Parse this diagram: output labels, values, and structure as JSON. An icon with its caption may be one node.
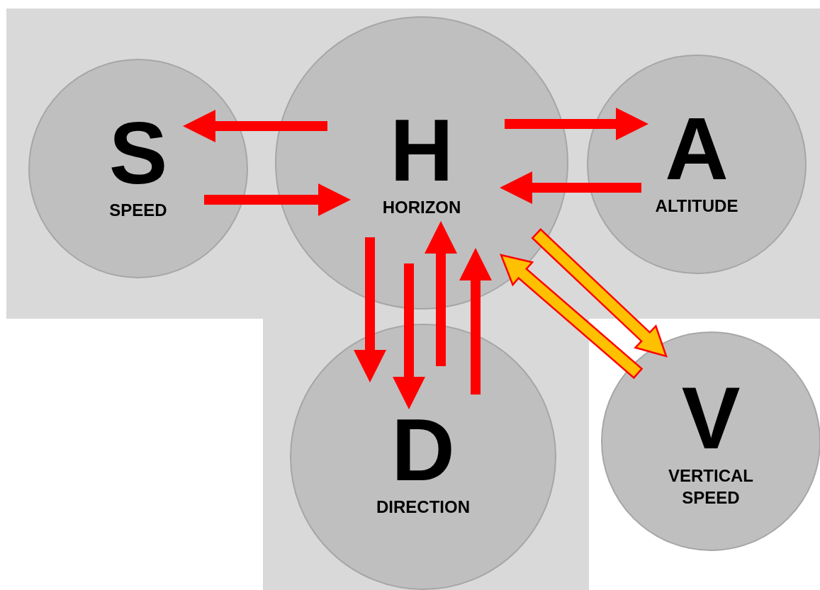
{
  "diagram": {
    "nodes": [
      {
        "text": [
          "S",
          "SPEED"
        ]
      },
      {
        "text": [
          "H",
          "HORIZON"
        ]
      },
      {
        "text": [
          "A",
          "ALTITUDE"
        ]
      },
      {
        "text": [
          "D",
          "DIRECTION"
        ]
      },
      {
        "text": [
          "V",
          "VERTICAL SPEED"
        ]
      }
    ],
    "edges": [
      {
        "from": 1,
        "to": 0,
        "arrow": "to",
        "style": "thick"
      },
      {
        "from": 0,
        "to": 1,
        "arrow": "to",
        "style": "thick"
      },
      {
        "from": 1,
        "to": 2,
        "arrow": "to",
        "style": "thick"
      },
      {
        "from": 2,
        "to": 1,
        "arrow": "to",
        "style": "thick"
      },
      {
        "from": 1,
        "to": 3,
        "arrow": "to",
        "style": "thick"
      },
      {
        "from": 1,
        "to": 3,
        "arrow": "to",
        "style": "thick"
      },
      {
        "from": 3,
        "to": 1,
        "arrow": "to",
        "style": "thick"
      },
      {
        "from": 3,
        "to": 1,
        "arrow": "to",
        "style": "thick"
      },
      {
        "from": 1,
        "to": 4,
        "arrow": "to",
        "style": "thick",
        "color": "#ffc000"
      },
      {
        "from": 4,
        "to": 1,
        "arrow": "to",
        "style": "thick",
        "color": "#ffc000"
      }
    ]
  }
}
